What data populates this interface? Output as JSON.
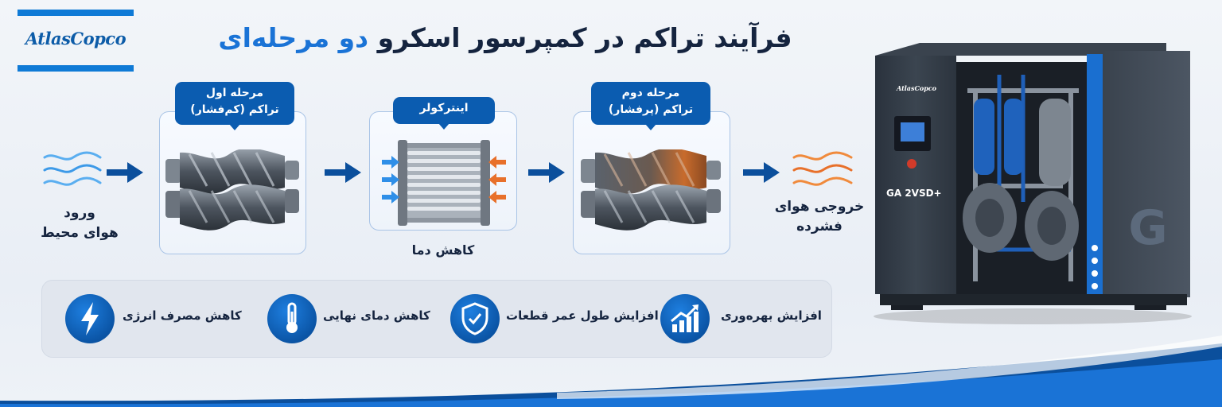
{
  "brand": {
    "logo_text": "AtlasCopco"
  },
  "title": {
    "main": "فرآیند تراکم در کمپرسور اسکرو",
    "highlight": "دو مرحله‌ای"
  },
  "flow": {
    "inlet": {
      "line1": "ورود",
      "line2": "هوای محیط"
    },
    "stage1": {
      "line1": "مرحله اول",
      "line2": "تراکم (کم‌فشار)"
    },
    "intercooler": {
      "label": "اینترکولر",
      "caption": "کاهش دما"
    },
    "stage2": {
      "line1": "مرحله دوم",
      "line2": "تراکم (پرفشار)"
    },
    "outlet": {
      "line1": "خروجی هوای",
      "line2": "فشرده"
    }
  },
  "benefits": [
    {
      "label": "افزایش بهره‌وری",
      "icon": "chart-up-icon"
    },
    {
      "label": "افزایش طول عمر قطعات",
      "icon": "shield-icon"
    },
    {
      "label": "کاهش دمای نهایی",
      "icon": "thermometer-icon"
    },
    {
      "label": "کاهش مصرف انرژی",
      "icon": "lightning-icon"
    }
  ],
  "machine": {
    "brand": "AtlasCopco",
    "model": "GA 2VSD+",
    "letter": "G"
  },
  "colors": {
    "accent": "#1a73d6",
    "dark_blue": "#0b5cb0",
    "cool_arrow": "#2f8fe8",
    "hot_arrow": "#e8702a",
    "text": "#15243f"
  }
}
